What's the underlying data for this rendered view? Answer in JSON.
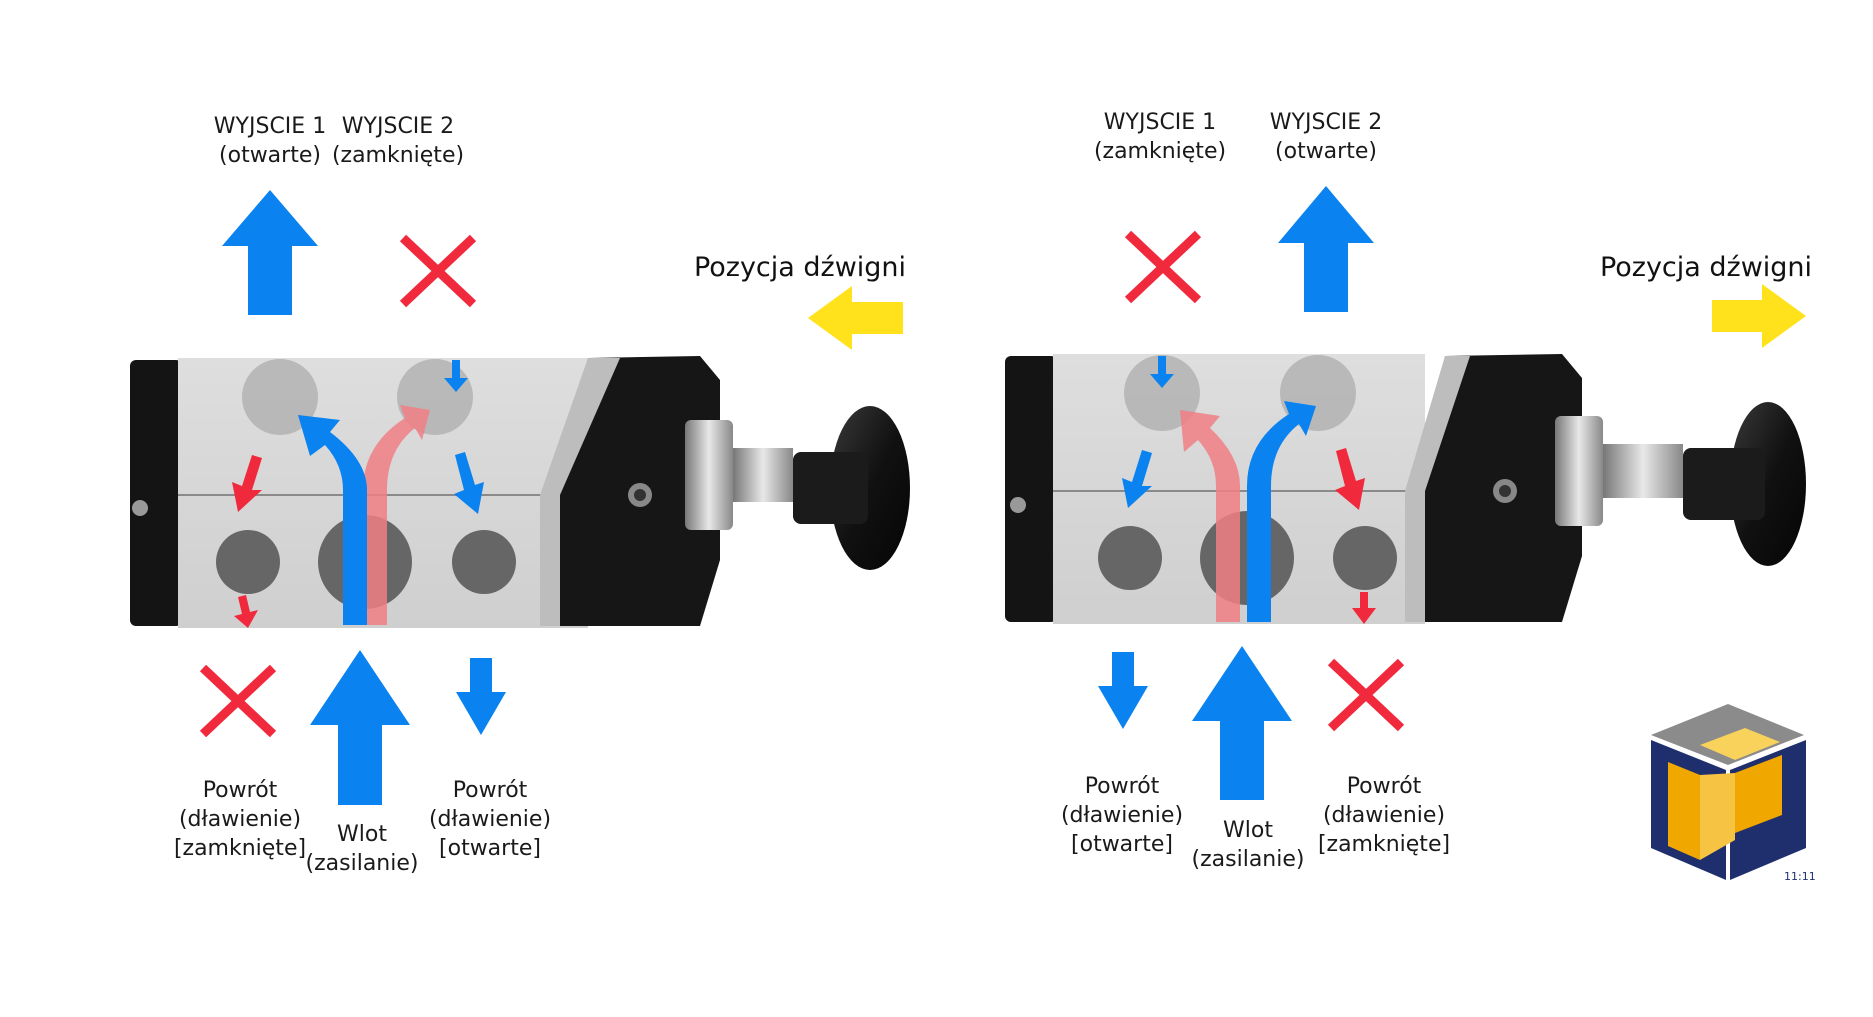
{
  "colors": {
    "flow_open": "#0a82f0",
    "flow_exhaust": "#f02a3c",
    "flow_faded": "#f07f84",
    "blocked": "#f02a3c",
    "lever": "#ffe21c",
    "valve_body": "#d6d6d6",
    "valve_black": "#161616",
    "logo_blue": "#1f2f6e",
    "logo_gold": "#f0a800"
  },
  "left": {
    "lever_label": "Pozycja dźwigni",
    "lever_direction": "left",
    "output1": {
      "line1": "WYJSCIE 1",
      "line2": "(otwarte)"
    },
    "output2": {
      "line1": "WYJSCIE 2",
      "line2": "(zamknięte)"
    },
    "return_left": {
      "line1": "Powrót",
      "line2": "(dławienie)",
      "line3": "[zamknięte]"
    },
    "inlet": {
      "line1": "Wlot",
      "line2": "(zasilanie)"
    },
    "return_right": {
      "line1": "Powrót",
      "line2": "(dławienie)",
      "line3": "[otwarte]"
    }
  },
  "right": {
    "lever_label": "Pozycja dźwigni",
    "lever_direction": "right",
    "output1": {
      "line1": "WYJSCIE 1",
      "line2": "(zamknięte)"
    },
    "output2": {
      "line1": "WYJSCIE 2",
      "line2": "(otwarte)"
    },
    "return_left": {
      "line1": "Powrót",
      "line2": "(dławienie)",
      "line3": "[otwarte]"
    },
    "inlet": {
      "line1": "Wlot",
      "line2": "(zasilanie)"
    },
    "return_right": {
      "line1": "Powrót",
      "line2": "(dławienie)",
      "line3": "[zamknięte]"
    }
  },
  "logo": {
    "text": "11:11"
  }
}
